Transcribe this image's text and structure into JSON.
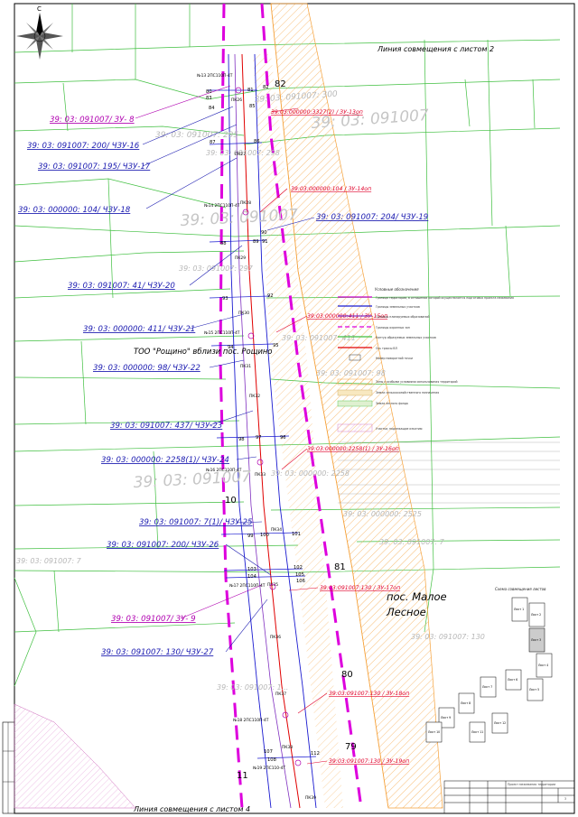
{
  "sheet": {
    "top_title": "Линия совмещения с листом 2",
    "bottom_title": "Линия совмещения с листом 4"
  },
  "compass": {
    "north_letter": "С"
  },
  "big_parcel_labels": [
    "39: 03: 091007",
    "39: 03: 091007",
    "39: 03: 091007"
  ],
  "parcel_labels": [
    "39: 03: 091007: 300",
    "39: 03: 091007: 295",
    "39: 03: 091007: 297",
    "39: 03: 091007: 298",
    "39: 03: 091007: 411",
    "39: 03: 091007: 98",
    "39: 03: 000000: 2258",
    "39: 03: 000000: 2525",
    "39: 03: 091007: 7",
    "39: 03: 091007: 7",
    "39: 03: 091007: 130",
    "39: 03: 091007: 1..."
  ],
  "cadastral_labels": [
    {
      "text": "39: 03: 091007/ ЗУ- 8",
      "color": "pink"
    },
    {
      "text": "39: 03: 091007: 200/ ЧЗУ-16",
      "color": "blue"
    },
    {
      "text": "39: 03: 091007: 195/ ЧЗУ-17",
      "color": "blue"
    },
    {
      "text": "39: 03: 000000: 104/ ЧЗУ-18",
      "color": "blue"
    },
    {
      "text": "39: 03: 091007: 204/ ЧЗУ-19",
      "color": "blue"
    },
    {
      "text": "39: 03: 091007: 41/ ЧЗУ-20",
      "color": "blue"
    },
    {
      "text": "39: 03: 000000: 411/ ЧЗУ-21",
      "color": "blue"
    },
    {
      "text": "39: 03: 000000: 98/ ЧЗУ-22",
      "color": "blue"
    },
    {
      "text": "39: 03: 091007: 437/ ЧЗУ-23",
      "color": "blue"
    },
    {
      "text": "39: 03: 000000: 2258(1)/ ЧЗУ-24",
      "color": "blue"
    },
    {
      "text": "39: 03: 091007: 7(1)/ ЧЗУ-25",
      "color": "blue"
    },
    {
      "text": "39: 03: 091007: 200/ ЧЗУ-26",
      "color": "blue"
    },
    {
      "text": "39: 03: 091007/ ЗУ- 9",
      "color": "pink"
    },
    {
      "text": "39: 03: 091007: 130/ ЧЗУ-27",
      "color": "blue"
    }
  ],
  "red_labels": [
    "39:03:000000:3327(2) / ЗУ-13оп",
    "39:03:000000:104 / ЗУ-14оп",
    "39:03:000000:411 / ЗУ-15оп",
    "39:03:000000:2258(1) / ЗУ-16оп",
    "39:03:091007:130 / ЗУ-17оп",
    "39:03:091007:130 / ЗУ-18оп",
    "39:03:091007:130 / ЗУ-19оп"
  ],
  "org_label": "ТОО \"Рощино\" вблизи пос. Рощино",
  "place_name": [
    "пос. Малое",
    "Лесное"
  ],
  "big_numbers": [
    "82",
    "81",
    "80",
    "79",
    "10",
    "11"
  ],
  "point_numbers": [
    "80",
    "81",
    "82",
    "83",
    "84",
    "85",
    "86",
    "87",
    "88",
    "89",
    "90",
    "91",
    "92",
    "93",
    "94",
    "95",
    "96",
    "97",
    "98",
    "99",
    "100",
    "101",
    "102",
    "103",
    "104",
    "105",
    "106",
    "107",
    "108",
    "112"
  ],
  "pk_labels": [
    "ПК26",
    "ПК27",
    "ПК28",
    "ПК29",
    "ПК30",
    "ПК31",
    "ПК32",
    "ПК33",
    "ПК34",
    "ПК35",
    "ПК36",
    "ПК37",
    "ПК38",
    "ПК39"
  ],
  "tower_labels": [
    "№13 2ПС110П-4Т",
    "№14 2ПС110П-4Т",
    "№15 2ПС110П-4Т",
    "№16 2ПС110П-4Т",
    "№17 2ПС110П-4Т",
    "№18 2ПС110П-4Т",
    "№19 2ПС110-4Т"
  ],
  "legend": {
    "title": "Условные обозначения",
    "items": [
      "Граница территории, в отношении которой осуществляется подготовка проекта межевания",
      "Границы земельных участков",
      "Границы планируемых образований",
      "Границы охранных зон",
      "Контур образуемых земельных участков",
      "Ось трассы ВЛ",
      "Номер поворотной точки",
      "Зоны с особыми условиями использования территорий",
      "Земли сельскохозяйственного назначения",
      "Земли лесного фонда",
      "Участки, подлежащие изъятию"
    ]
  },
  "combo_sheet": {
    "title": "Схема совмещения листов",
    "sheets": [
      "Лист 1",
      "Лист 2",
      "Лист 3",
      "Лист 4",
      "Лист 5",
      "Лист 6",
      "Лист 7",
      "Лист 8",
      "Лист 9",
      "Лист 10",
      "Лист 11",
      "Лист 12"
    ]
  },
  "stamp": {
    "sheet_no": "3",
    "org": "Проект межевания территории"
  }
}
